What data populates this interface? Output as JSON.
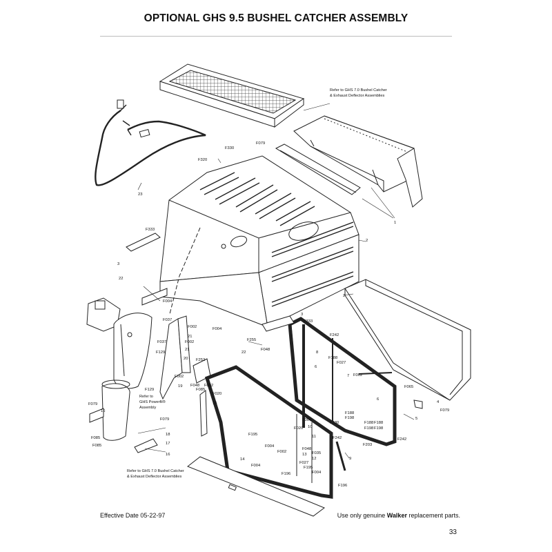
{
  "title": "OPTIONAL GHS 9.5 BUSHEL CATCHER ASSEMBLY",
  "footer": {
    "effective": "Effective Date 05-22-97",
    "note_prefix": "Use only genuine ",
    "note_brand": "Walker",
    "note_suffix": " replacement parts.",
    "page": "33"
  },
  "callouts": {
    "ref_top_1": "Refer to GHS 7.0 Bushel Catcher",
    "ref_top_2": "& Exhaust Deflector Assemblies",
    "ref_bot_1": "Refer to GHS 7.0 Bushel Catcher",
    "ref_bot_2": "& Exhaust Deflector Assemblies",
    "ref_pow_1": "Refer to",
    "ref_pow_2": "GHS Powerfil®",
    "ref_pow_3": "Assembly"
  },
  "part_labels": [
    {
      "id": "lbl-23",
      "text": "23"
    },
    {
      "id": "lbl-f330",
      "text": "F330"
    },
    {
      "id": "lbl-f079-top",
      "text": "F079"
    },
    {
      "id": "lbl-f320",
      "text": "F320"
    },
    {
      "id": "lbl-1",
      "text": "1"
    },
    {
      "id": "lbl-f333-a",
      "text": "F333"
    },
    {
      "id": "lbl-2-a",
      "text": "2"
    },
    {
      "id": "lbl-3-a",
      "text": "3"
    },
    {
      "id": "lbl-22-a",
      "text": "22"
    },
    {
      "id": "lbl-f004-a",
      "text": "F004"
    },
    {
      "id": "lbl-2-b",
      "text": "2"
    },
    {
      "id": "lbl-f037-a",
      "text": "F037"
    },
    {
      "id": "lbl-f002-a",
      "text": "F002"
    },
    {
      "id": "lbl-21-a",
      "text": "21"
    },
    {
      "id": "lbl-f037-b",
      "text": "F037"
    },
    {
      "id": "lbl-f002-b",
      "text": "F002"
    },
    {
      "id": "lbl-21-b",
      "text": "21"
    },
    {
      "id": "lbl-f129-a",
      "text": "F129"
    },
    {
      "id": "lbl-20",
      "text": "20"
    },
    {
      "id": "lbl-f252",
      "text": "F252"
    },
    {
      "id": "lbl-f002-c",
      "text": "F002"
    },
    {
      "id": "lbl-19",
      "text": "19"
    },
    {
      "id": "lbl-f129-b",
      "text": "F129"
    },
    {
      "id": "lbl-f048-a",
      "text": "F048"
    },
    {
      "id": "lbl-f002-d",
      "text": "F002"
    },
    {
      "id": "lbl-f085-a",
      "text": "F085"
    },
    {
      "id": "lbl-f020",
      "text": "F020"
    },
    {
      "id": "lbl-15",
      "text": "15"
    },
    {
      "id": "lbl-f004-b",
      "text": "F004"
    },
    {
      "id": "lbl-3-b",
      "text": "3"
    },
    {
      "id": "lbl-f333-b",
      "text": "F333"
    },
    {
      "id": "lbl-f242-a",
      "text": "F242"
    },
    {
      "id": "lbl-f255",
      "text": "F255"
    },
    {
      "id": "lbl-f048-b",
      "text": "F048"
    },
    {
      "id": "lbl-22-b",
      "text": "22"
    },
    {
      "id": "lbl-8",
      "text": "8"
    },
    {
      "id": "lbl-f188-a",
      "text": "F188"
    },
    {
      "id": "lbl-f027-a",
      "text": "F027"
    },
    {
      "id": "lbl-6-a",
      "text": "6"
    },
    {
      "id": "lbl-f002-e",
      "text": "F002"
    },
    {
      "id": "lbl-7",
      "text": "7"
    },
    {
      "id": "lbl-f065",
      "text": "F065"
    },
    {
      "id": "lbl-4",
      "text": "4"
    },
    {
      "id": "lbl-6-b",
      "text": "6"
    },
    {
      "id": "lbl-f079-r",
      "text": "F079"
    },
    {
      "id": "lbl-5",
      "text": "5"
    },
    {
      "id": "lbl-f079-l",
      "text": "F079"
    },
    {
      "id": "lbl-16-a",
      "text": "16"
    },
    {
      "id": "lbl-f079-m",
      "text": "F079"
    },
    {
      "id": "lbl-18",
      "text": "18"
    },
    {
      "id": "lbl-f085-b",
      "text": "F085"
    },
    {
      "id": "lbl-17",
      "text": "17"
    },
    {
      "id": "lbl-f085-c",
      "text": "F085"
    },
    {
      "id": "lbl-16-b",
      "text": "16"
    },
    {
      "id": "lbl-f004-c",
      "text": "F004"
    },
    {
      "id": "lbl-f230",
      "text": "F230"
    },
    {
      "id": "lbl-f188-b",
      "text": "F188"
    },
    {
      "id": "lbl-f198-a",
      "text": "F198"
    },
    {
      "id": "lbl-f188-c",
      "text": "F188"
    },
    {
      "id": "lbl-f188-d",
      "text": "F188"
    },
    {
      "id": "lbl-f198-b",
      "text": "F198"
    },
    {
      "id": "lbl-f198-c",
      "text": "F198"
    },
    {
      "id": "lbl-f020-b",
      "text": "F020"
    },
    {
      "id": "lbl-10",
      "text": "10"
    },
    {
      "id": "lbl-11",
      "text": "11"
    },
    {
      "id": "lbl-f195-a",
      "text": "F195"
    },
    {
      "id": "lbl-f242-b",
      "text": "F242"
    },
    {
      "id": "lbl-f203",
      "text": "F203"
    },
    {
      "id": "lbl-f242-c",
      "text": "F242"
    },
    {
      "id": "lbl-f004-d",
      "text": "F004"
    },
    {
      "id": "lbl-f002-f",
      "text": "F002"
    },
    {
      "id": "lbl-f048-c",
      "text": "F048"
    },
    {
      "id": "lbl-13",
      "text": "13"
    },
    {
      "id": "lbl-f035",
      "text": "F035"
    },
    {
      "id": "lbl-12",
      "text": "12"
    },
    {
      "id": "lbl-9",
      "text": "9"
    },
    {
      "id": "lbl-14",
      "text": "14"
    },
    {
      "id": "lbl-f004-e",
      "text": "F004"
    },
    {
      "id": "lbl-f027-b",
      "text": "F027"
    },
    {
      "id": "lbl-f195-b",
      "text": "F195"
    },
    {
      "id": "lbl-f004-f",
      "text": "F004"
    },
    {
      "id": "lbl-f196-a",
      "text": "F196"
    },
    {
      "id": "lbl-f196-b",
      "text": "F196"
    }
  ]
}
